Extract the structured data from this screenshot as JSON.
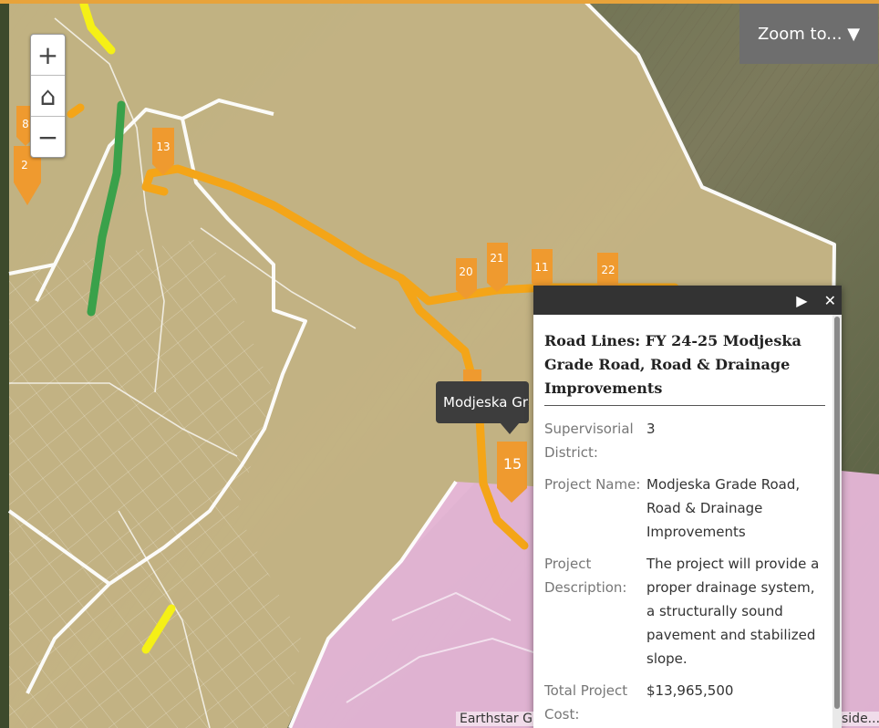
{
  "map": {
    "zoom_in_label": "+",
    "zoom_out_label": "−",
    "home_label": "⌂",
    "zoom_to_label": "Zoom to... ▼",
    "attribution_left": "Earthstar G",
    "attribution_right": "side..."
  },
  "markers": [
    "8",
    "2",
    "13",
    "20",
    "21",
    "11",
    "22",
    "15"
  ],
  "tooltip": {
    "text": "Modjeska Grade Road"
  },
  "popup": {
    "title": "Road Lines: FY 24-25 Modjeska Grade Road, Road & Drainage Improvements",
    "next_label": "▶",
    "close_label": "✕",
    "fields": [
      {
        "label": "Supervisorial District:",
        "value": "3"
      },
      {
        "label": "Project Name:",
        "value": "Modjeska Grade Road, Road & Drainage Improvements"
      },
      {
        "label": "Project Description:",
        "value": "The project will provide a proper drainage system, a structurally sound pavement and stabilized slope."
      },
      {
        "label": "Total Project Cost:",
        "value": "$13,965,500"
      }
    ]
  },
  "colors": {
    "district_fill": "#c9b787",
    "purple_zone": "#e4b3d6",
    "route_orange": "#f4a518",
    "marker_orange": "#ef9a2f",
    "green_line": "#3aa14a",
    "yellow_line": "#f5f016"
  }
}
